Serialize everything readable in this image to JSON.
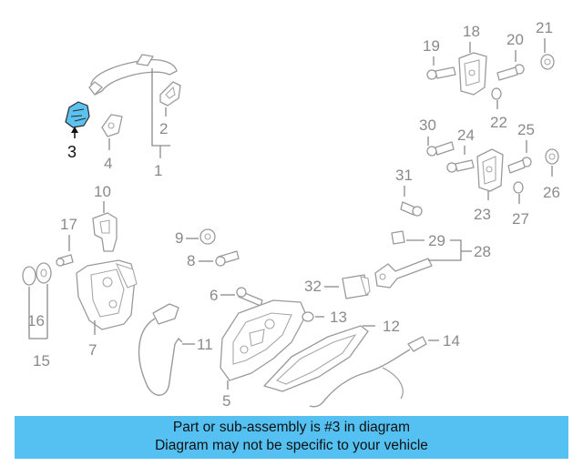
{
  "diagram": {
    "highlight_color": "#55c1f2",
    "selected_part": "3",
    "callouts": {
      "c1": "1",
      "c2": "2",
      "c3": "3",
      "c4": "4",
      "c5": "5",
      "c6": "6",
      "c7": "7",
      "c8": "8",
      "c9": "9",
      "c10": "10",
      "c11": "11",
      "c12": "12",
      "c13": "13",
      "c14": "14",
      "c15": "15",
      "c16": "16",
      "c17": "17",
      "c18": "18",
      "c19": "19",
      "c20": "20",
      "c21": "21",
      "c22": "22",
      "c23": "23",
      "c24": "24",
      "c25": "25",
      "c26": "26",
      "c27": "27",
      "c28": "28",
      "c29": "29",
      "c30": "30",
      "c31": "31",
      "c32": "32"
    }
  },
  "banner": {
    "line1": "Part or sub-assembly is #3 in diagram",
    "line2": "Diagram may not be specific to your vehicle"
  }
}
